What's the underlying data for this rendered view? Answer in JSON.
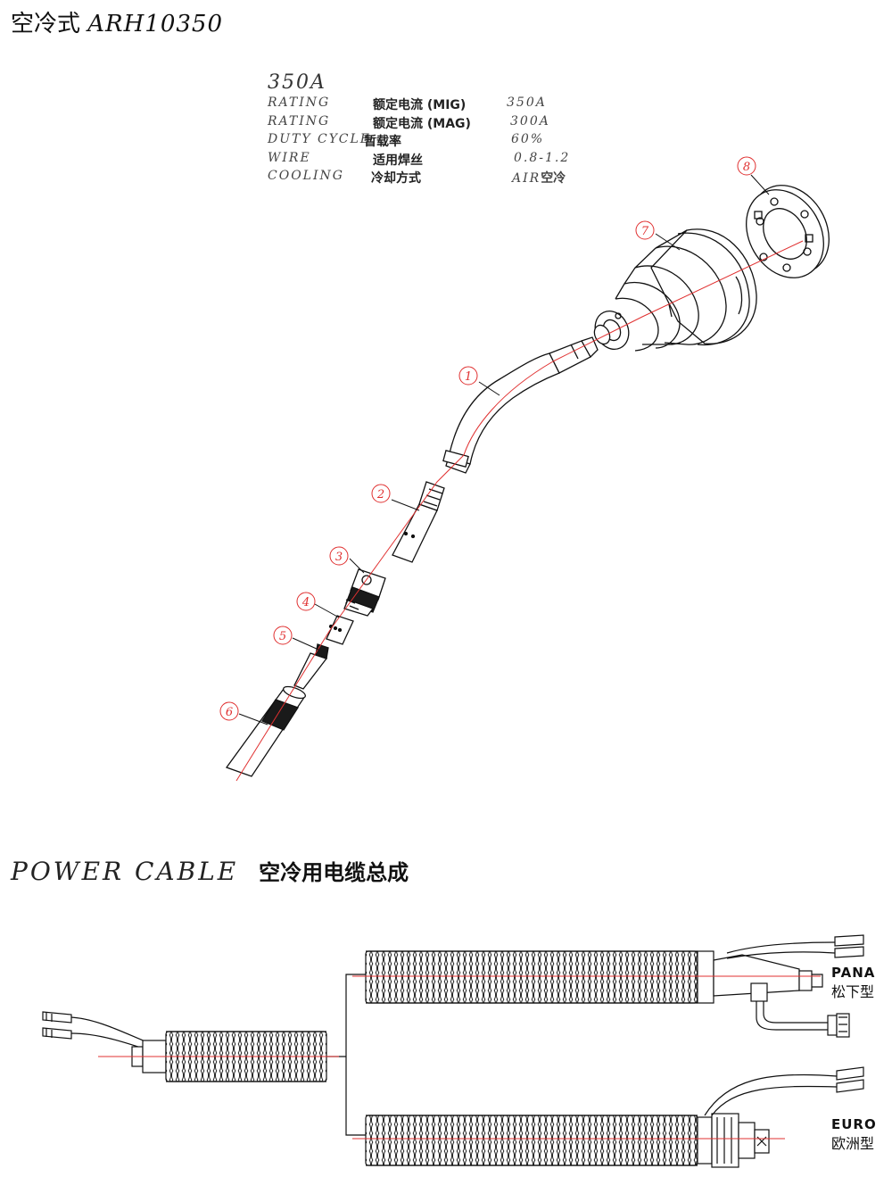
{
  "header": {
    "title_cn": "空冷式",
    "title_model": "ARH10350"
  },
  "specs": {
    "rating_headline": "350A",
    "rows": [
      {
        "en": "RATING",
        "cn": "额定电流 (MIG)",
        "value": "350A",
        "value_cn": ""
      },
      {
        "en": "RATING",
        "cn": "额定电流 (MAG)",
        "value": "300A",
        "value_cn": ""
      },
      {
        "en": "DUTY CYCLE",
        "cn": "暂载率",
        "value": "60%",
        "value_cn": ""
      },
      {
        "en": "WIRE",
        "cn": "适用焊丝",
        "value": "0.8-1.2",
        "value_cn": ""
      },
      {
        "en": "COOLING",
        "cn": "冷却方式",
        "value": "AIR",
        "value_cn": "空冷"
      }
    ]
  },
  "callouts": [
    "1",
    "2",
    "3",
    "4",
    "5",
    "6",
    "7",
    "8"
  ],
  "power_cable": {
    "title_en": "POWER CABLE",
    "title_cn": "空冷用电缆总成",
    "connectors": [
      {
        "code": "PANA",
        "name_cn": "松下型"
      },
      {
        "code": "EURO",
        "name_cn": "欧洲型"
      }
    ]
  },
  "colors": {
    "line": "#111111",
    "centerline": "#e03030",
    "fill": "#ffffff",
    "dark_band": "#1a1a1a"
  }
}
